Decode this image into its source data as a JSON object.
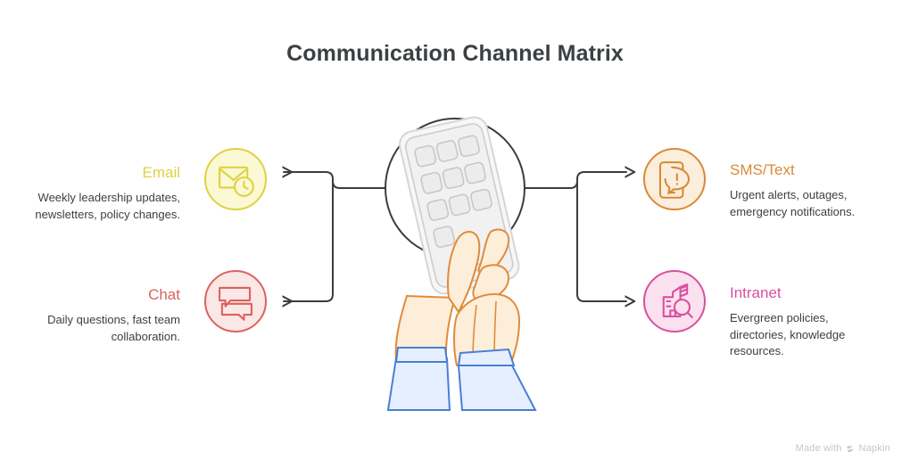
{
  "title": "Communication Channel Matrix",
  "colors": {
    "title": "#3c4043",
    "body_text": "#3c4043",
    "connector": "#3c3c3c",
    "email": "#dfd23f",
    "email_fill": "#fbf8d4",
    "chat": "#d9635e",
    "chat_fill": "#fbe7e5",
    "sms": "#d98a35",
    "sms_fill": "#fbeedd",
    "intranet": "#d94fa0",
    "intranet_fill": "#fbe0ef",
    "skin": "#fdeed9",
    "skin_outline": "#e08b3c",
    "sleeve_fill": "#e6efff",
    "sleeve_outline": "#4a7fd4",
    "phone_fill": "#f3f3f3",
    "phone_outline": "#c9c9c9",
    "circle_outline": "#3c3c3c",
    "watermark": "#c3c6cb"
  },
  "center": {
    "illustration_name": "hands-holding-phone-illustration"
  },
  "nodes": {
    "email": {
      "label": "Email",
      "description": "Weekly leadership updates, newsletters, policy changes.",
      "icon": "envelope-clock-icon",
      "side": "left"
    },
    "chat": {
      "label": "Chat",
      "description": "Daily questions, fast team collaboration.",
      "icon": "speech-bubbles-icon",
      "side": "left"
    },
    "sms": {
      "label": "SMS/Text",
      "description": "Urgent alerts, outages, emergency notifications.",
      "icon": "phone-alert-icon",
      "side": "right"
    },
    "intranet": {
      "label": "Intranet",
      "description": "Evergreen policies, directories, knowledge resources.",
      "icon": "building-search-icon",
      "side": "right"
    }
  },
  "watermark": {
    "text": "Made with",
    "brand": "Napkin",
    "logo": "napkin-logo-icon"
  }
}
